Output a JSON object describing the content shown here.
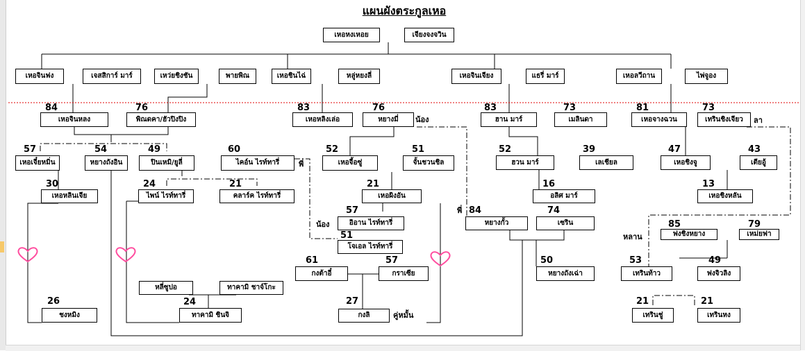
{
  "title": "แผนผังตระกูลเหอ",
  "divider_color": "#e00000",
  "heart_color": "#ff4fa0",
  "icons": {
    "heart": "heart-icon"
  },
  "people": {
    "p1": "เหอหงเหอย",
    "p2": "เจียงจงจวิน",
    "p3": "เหอจินฟง",
    "p4": "เจสสิการ์ มาร์",
    "p5": "เหว่ยชิงชัน",
    "p6": "พายพิณ",
    "p7": "เหอชินไฉ่",
    "p8": "หลู่หยงลี่",
    "p9": "เหอจินเจียง",
    "p10": "แธรี่ มาร์",
    "p11": "เหอลวีถาน",
    "p12": "ไพ่จูอง",
    "p13": "เหอจินหลง",
    "p14": "พิณดคา/ฮัวปิงปิง",
    "p15": "เหอหลิงเล่อ",
    "p16": "หยางมี่",
    "p17": "ฮาน มาร์",
    "p18": "เมลินดา",
    "p19": "เหอจางฉวน",
    "p20": "เทรินชิงเจียว",
    "p21": "เหอเจี๋ยหมิ่น",
    "p22": "หยางถังอิน",
    "p23": "ปินเหมิ/ยูลี่",
    "p24": "ไคอ์น ไรท์ทารี่",
    "p25": "เหอจี้อซู่",
    "p26": "จั้นชวนชิล",
    "p27": "ฮวน มาร์",
    "p28": "เลเชียล",
    "p29": "เหอชิงจู",
    "p30": "เตียอู้",
    "p31": "เหอหลินเจีย",
    "p32": "ไพน์ ไรท์ทารี่",
    "p33": "คลาร์ค ไรท์ทารี่",
    "p34": "เหอผิงอัน",
    "p35": "อลิศ มาร์",
    "p36": "เหอชิงหลัน",
    "p37": "อิอาน ไรท์ทารี่",
    "p38": "โจเอล ไรท์ทารี่",
    "p39": "หยางกั้ว",
    "p40": "เซริน",
    "p41": "ฟงชิงหยาง",
    "p42": "เหม่ยฟา",
    "p43": "กงต้าอี๋",
    "p44": "กราเซีย",
    "p45": "หยางถังเฉ่า",
    "p46": "เทรินท้าว",
    "p47": "ฟงจิวลิง",
    "p48": "หลี่ซูปอ",
    "p49": "ทาคามิ ชาจ์โกะ",
    "p50": "ทาคามิ ชินจิ",
    "p51": "กงลิ",
    "p52": "เทรินชู่",
    "p53": "เทรินหง",
    "p54": "ชงหมิง"
  },
  "ages": {
    "p13": "84",
    "p14": "76",
    "p15": "83",
    "p16": "76",
    "p17": "83",
    "p18": "73",
    "p19": "81",
    "p20": "73",
    "p21": "57",
    "p22": "54",
    "p23": "49",
    "p24": "60",
    "p25": "52",
    "p26": "51",
    "p27": "52",
    "p28": "39",
    "p29": "47",
    "p30": "43",
    "p31": "30",
    "p32": "24",
    "p33": "21",
    "p34": "21",
    "p35": "16",
    "p36": "13",
    "p37": "57",
    "p38": "51",
    "p39": "84",
    "p40": "74",
    "p41": "85",
    "p42": "79",
    "p43": "61",
    "p44": "57",
    "p45": "50",
    "p46": "53",
    "p47": "49",
    "p50": "24",
    "p51": "27",
    "p52": "21",
    "p53": "21",
    "p54": "26"
  },
  "notes": {
    "nong1": "น้อง",
    "la": "ลา",
    "pi1": "พี่",
    "nong2": "น้อง",
    "pi2": "พี่",
    "lan": "หลาน",
    "khumun": "คู่หมั้น"
  }
}
